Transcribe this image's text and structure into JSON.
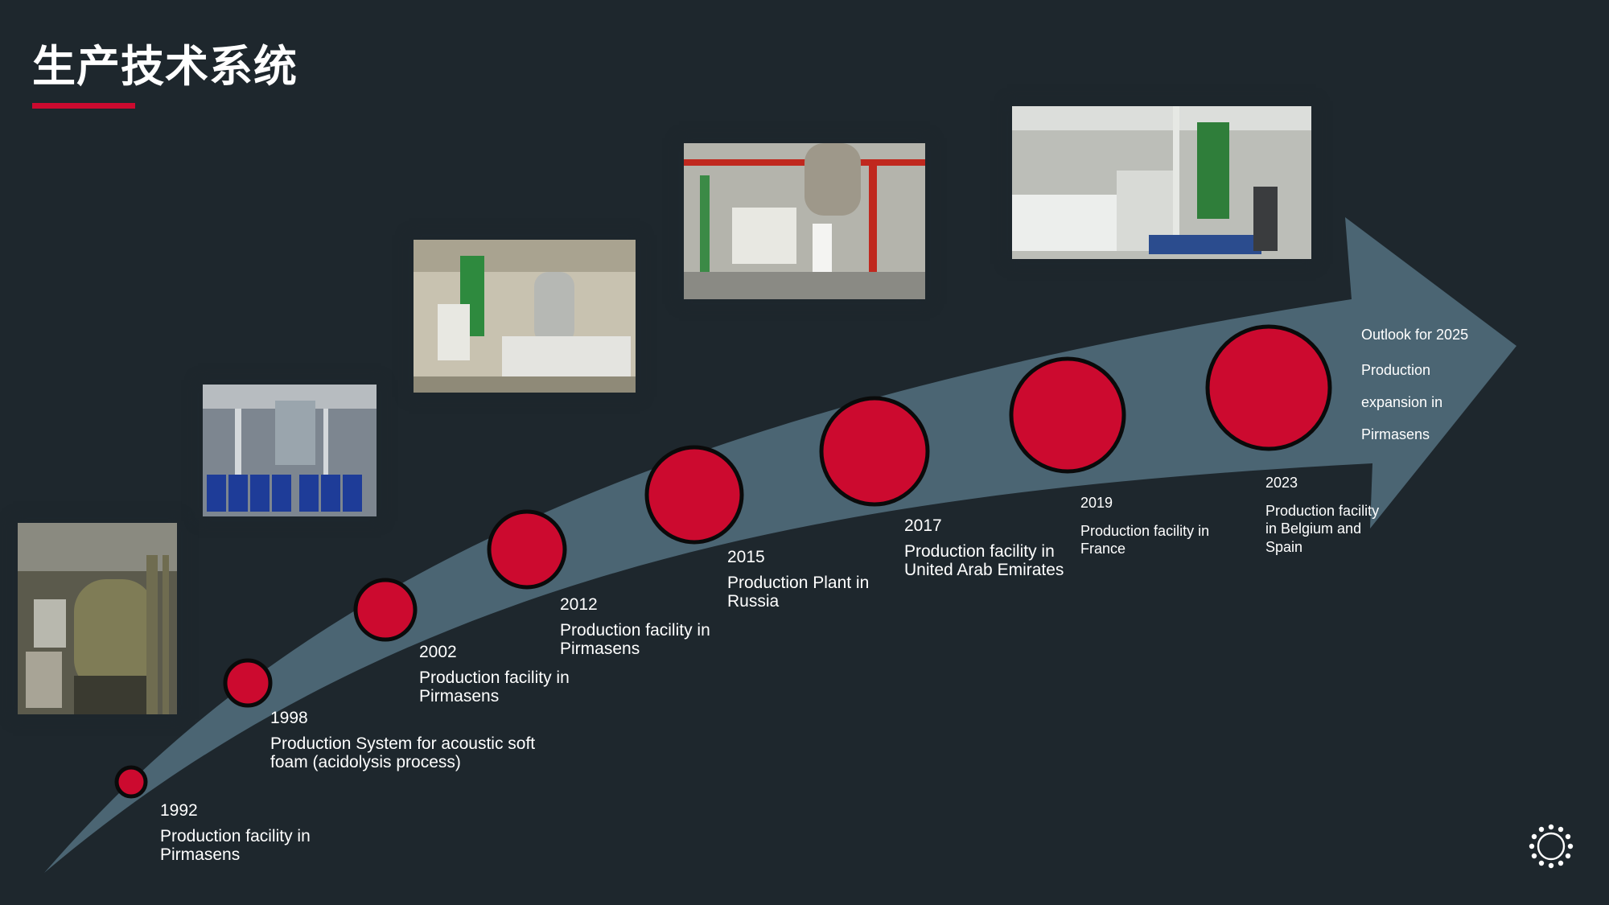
{
  "slide": {
    "title": "生产技术系统"
  },
  "colors": {
    "background": "#1e272d",
    "arrow": "#4b6573",
    "accent": "#cc0a2f",
    "dot_outline": "#0a0a0a"
  },
  "milestones": [
    {
      "year": "1992",
      "description": "Production facility in Pirmasens"
    },
    {
      "year": "1998",
      "description": "Production System for acoustic soft foam (acidolysis process)"
    },
    {
      "year": "2002",
      "description": "Production facility in Pirmasens"
    },
    {
      "year": "2012",
      "description": "Production facility in Pirmasens"
    },
    {
      "year": "2015",
      "description": "Production Plant in Russia"
    },
    {
      "year": "2017",
      "description": "Production facility in United Arab Emirates"
    },
    {
      "year": "2019",
      "description": "Production facility in France"
    },
    {
      "year": "2023",
      "description": "Production facility in Belgium and Spain"
    }
  ],
  "outlook": {
    "title": "Outlook for 2025",
    "lines": [
      "Production",
      "expansion in",
      "Pirmasens"
    ]
  },
  "photos": [
    {
      "name": "photo-1992-plant",
      "icon": "industrial-tank-photo"
    },
    {
      "name": "photo-1998-plant",
      "icon": "blue-barrels-photo"
    },
    {
      "name": "photo-2002-plant",
      "icon": "reactor-hall-photo"
    },
    {
      "name": "photo-2012-plant",
      "icon": "red-pipework-photo"
    },
    {
      "name": "photo-2015-plant",
      "icon": "ibc-tanks-photo"
    }
  ],
  "logo": {
    "icon": "dotted-ring-logo-icon"
  }
}
